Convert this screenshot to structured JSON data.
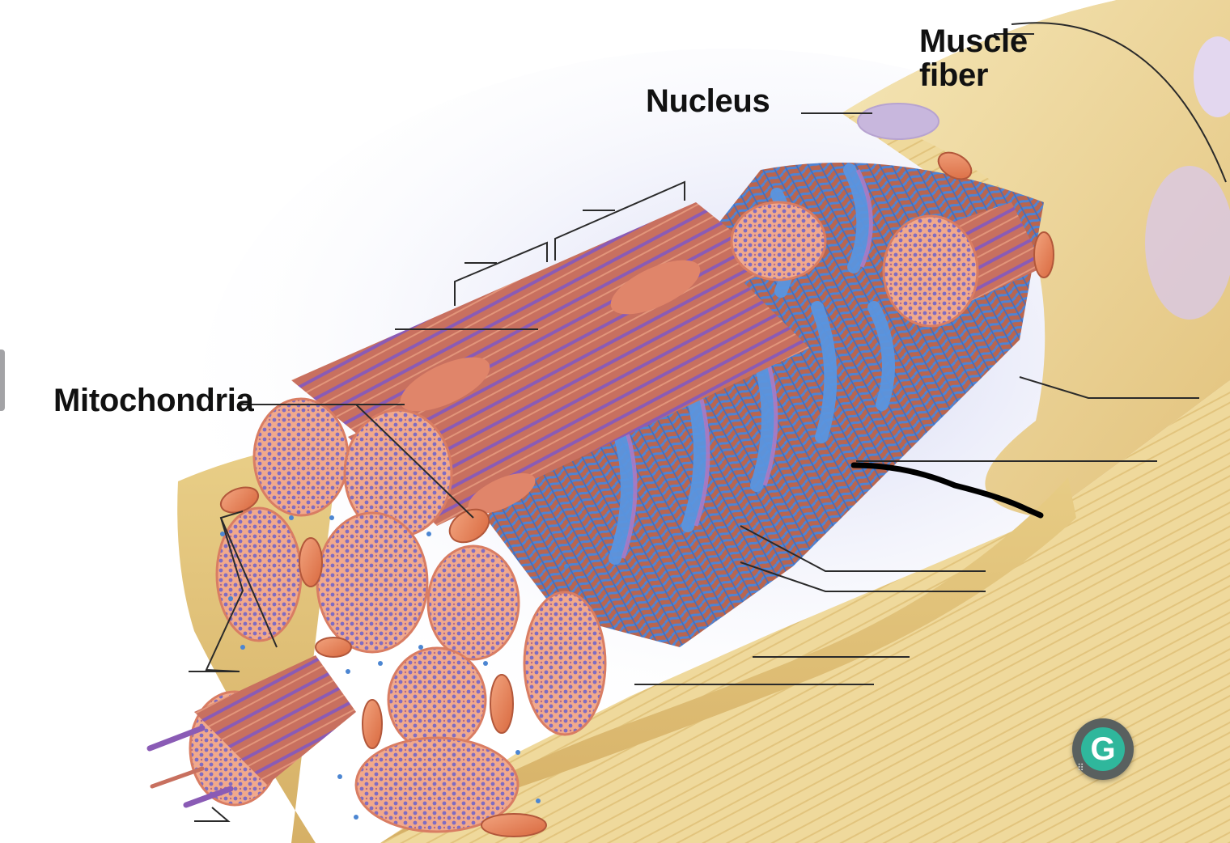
{
  "labels": {
    "nucleus": "Nucleus",
    "mitochondria": "Mitochondria",
    "muscle_fiber": "Muscle fiber"
  },
  "icons": {
    "grammarly": "grammarly-g-icon",
    "grammarly_glyph": "G"
  },
  "colors": {
    "sarcolemma": "#ecd597",
    "myofibril": "#c9705e",
    "sarcoplasmic_reticulum": "#4a7fd0",
    "filament_purple": "#8a5bb5",
    "handwritten_mark": "#000000"
  }
}
